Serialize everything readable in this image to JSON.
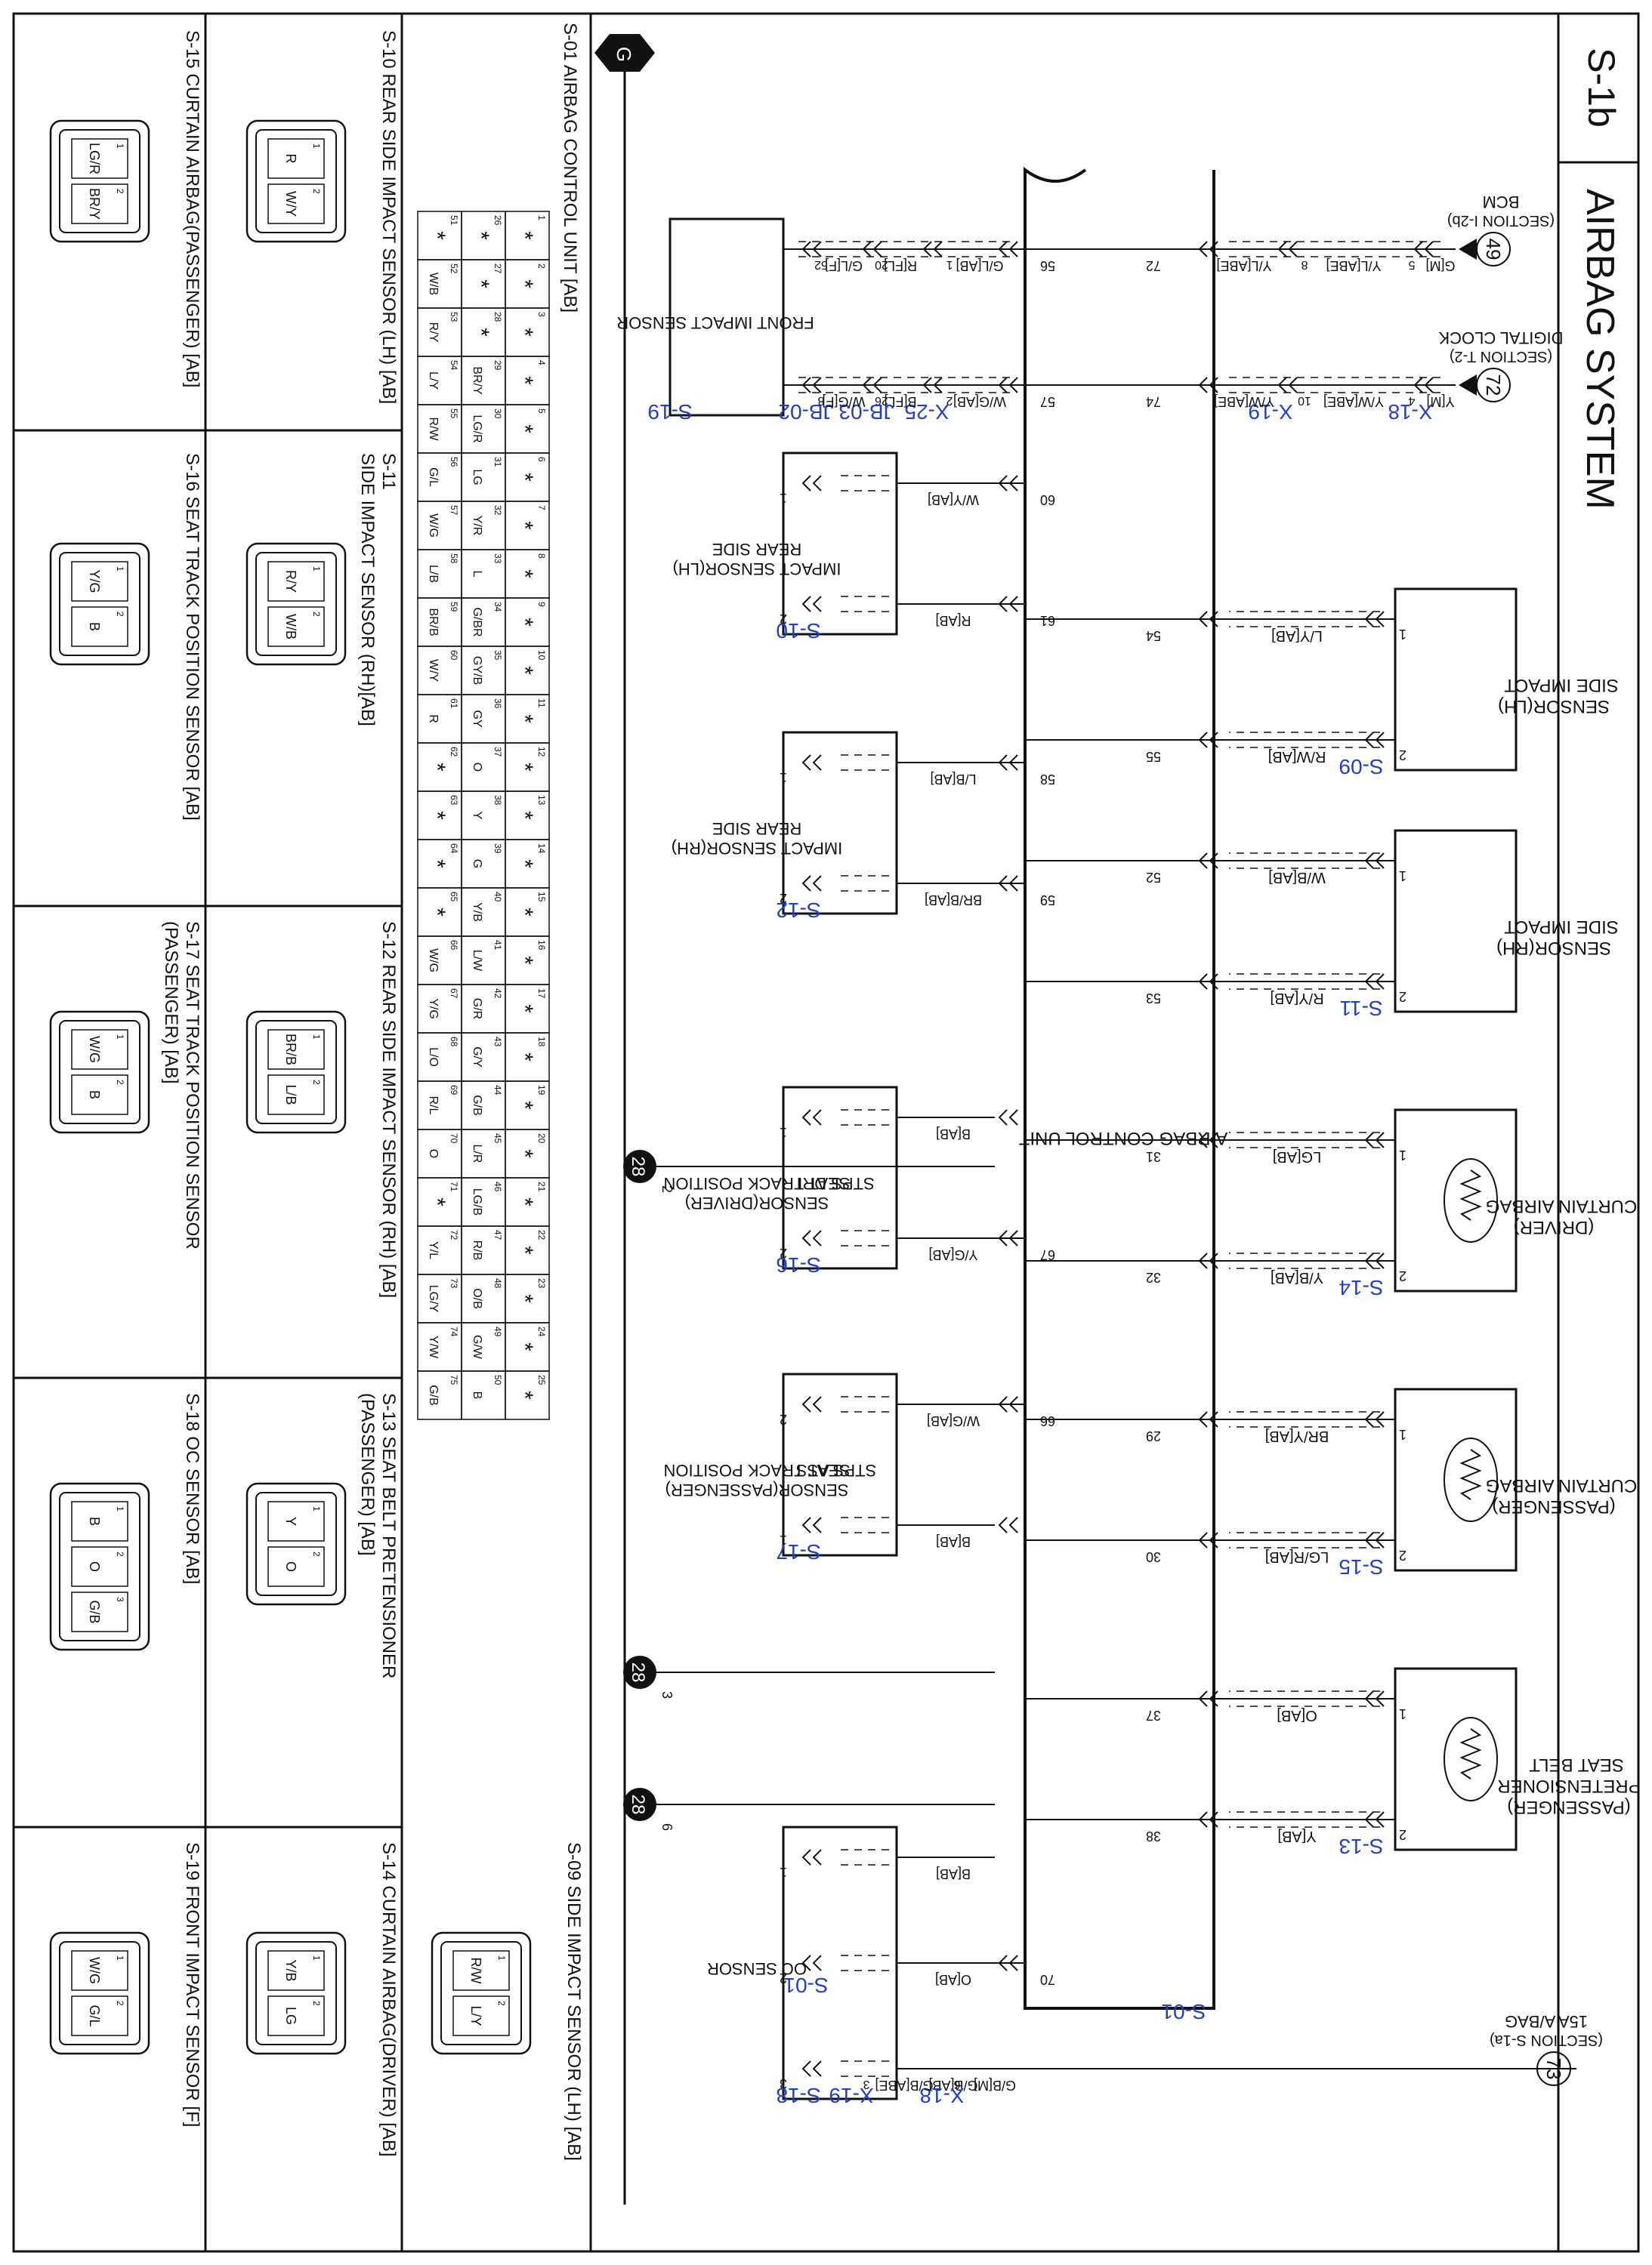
{
  "header": {
    "page_id": "S-1b",
    "title": "AIRBAG SYSTEM"
  },
  "ground": {
    "label": "G"
  },
  "top_sources": {
    "bcm": {
      "num": "49",
      "label": "BCM",
      "section": "(SECTION I-2b)"
    },
    "clock": {
      "num": "72",
      "label": "DIGITAL CLOCK",
      "section": "(SECTION T-2)"
    },
    "fuse": {
      "num": "73",
      "label": "15A A/BAG",
      "section": "(SECTION S-1a)"
    }
  },
  "control_unit": {
    "label": "AIRBAG CONTROL UNIT"
  },
  "top_components": [
    {
      "label1": "SIDE IMPACT",
      "label2": "SENSOR(LH)",
      "pin1": "54",
      "pin2": "55",
      "wire1": "L/Y[AB]",
      "wire2": "R/W[AB]",
      "conn": "S-09"
    },
    {
      "label1": "SIDE IMPACT",
      "label2": "SENSOR(RH)",
      "pin1": "52",
      "pin2": "53",
      "wire1": "W/B[AB]",
      "wire2": "R/Y[AB]",
      "conn": "S-11"
    },
    {
      "label1": "CURTAIN AIRBAG",
      "label2": "(DRIVER)",
      "pin1": "31",
      "pin2": "32",
      "wire1": "LG[AB]",
      "wire2": "Y/B[AB]",
      "conn": "S-14"
    },
    {
      "label1": "CURTAIN AIRBAG",
      "label2": "(PASSENGER)",
      "pin1": "29",
      "pin2": "30",
      "wire1": "BR/Y[AB]",
      "wire2": "LG/R[AB]",
      "conn": "S-15"
    },
    {
      "label1": "SEAT BELT",
      "label2": "PRETENSIONER",
      "label3": "(PASSENGER)",
      "pin1": "37",
      "pin2": "38",
      "wire1": "O[AB]",
      "wire2": "Y[AB]",
      "conn": "S-13"
    }
  ],
  "top_extra": {
    "conn": "S-01",
    "pin72": "72",
    "pin74": "74",
    "w72a": "Y/L[ABE]",
    "w74a": "Y/W[ABE]",
    "w72b": "Y/L[ABE]",
    "w74b": "Y/W[ABE]",
    "x19": "X-19",
    "x18": "X-18",
    "gm": "G[M]",
    "ym": "Y[M]",
    "p8": "8",
    "p10": "10",
    "p5": "5",
    "p4": "4"
  },
  "bottom_components": [
    {
      "label1": "FRONT IMPACT SENSOR",
      "conn": "S-19"
    },
    {
      "label1": "REAR SIDE",
      "label2": "IMPACT SENSOR(LH)",
      "pin1": "60",
      "pin2": "61",
      "wire1": "W/Y[AB]",
      "wire2": "R[AB]",
      "conn": "S-10"
    },
    {
      "label1": "REAR SIDE",
      "label2": "IMPACT SENSOR(RH)",
      "pin1": "58",
      "pin2": "59",
      "wire1": "L/B[AB]",
      "wire2": "BR/B[AB]",
      "conn": "S-12"
    },
    {
      "label1": "SEAT TRACK POSITION",
      "label2": "SENSOR(DRIVER)",
      "inner": "STPS DRI",
      "pin2": "67",
      "wire1": "B[AB]",
      "wire2": "Y/G[AB]",
      "conn": "S-16"
    },
    {
      "label1": "SEAT TRACK POSITION",
      "label2": "SENSOR(PASSENGER)",
      "inner": "STPS ASS",
      "pin1": "66",
      "wire1": "W/G[AB]",
      "wire2": "B[AB]",
      "conn": "S-17"
    },
    {
      "label1": "OC SENSOR",
      "pin2": "70",
      "wire1": "B[AB]",
      "wire2": "O[AB]",
      "wire3": "G/B[AB]",
      "conn": "S-18"
    }
  ],
  "front_impact": {
    "pin56": "56",
    "pin57": "57",
    "w56": "G/L[AB]",
    "w57": "W/G[AB]",
    "x25": "X-25",
    "jb03": "JB-03",
    "jb02": "JB-02",
    "bfl": "B[FL]",
    "rfl": "R[FL]",
    "glf": "G/L[F]",
    "wgf": "W/G[F]",
    "p1": "1",
    "p2": "2",
    "p20": "20",
    "p26": "26",
    "p52": "52",
    "p8": "8"
  },
  "oc_extra": {
    "s01": "S-01",
    "x18": "X-18",
    "x19": "X-19",
    "gbm": "G/B[M]",
    "gbabe": "G/B[ABE]",
    "p6": "6",
    "p3": "3"
  },
  "ground_nodes": [
    {
      "num": "28",
      "sub": "2"
    },
    {
      "num": "28",
      "sub": "3"
    },
    {
      "num": "28",
      "sub": "6"
    }
  ],
  "connector_table": {
    "title": "S-01 AIRBAG CONTROL UNIT [AB]",
    "row1": [
      "1",
      "2",
      "3",
      "4",
      "5",
      "6",
      "7",
      "8",
      "9",
      "10",
      "11",
      "12",
      "13",
      "14",
      "15",
      "16",
      "17",
      "18",
      "19",
      "20",
      "21",
      "22",
      "23",
      "24",
      "25"
    ],
    "row1v": [
      "*",
      "*",
      "*",
      "*",
      "*",
      "*",
      "*",
      "*",
      "*",
      "*",
      "*",
      "*",
      "*",
      "*",
      "*",
      "*",
      "*",
      "*",
      "*",
      "*",
      "*",
      "*",
      "*",
      "*",
      "*"
    ],
    "row2": [
      "26",
      "27",
      "28",
      "29",
      "30",
      "31",
      "32",
      "33",
      "34",
      "35",
      "36",
      "37",
      "38",
      "39",
      "40",
      "41",
      "42",
      "43",
      "44",
      "45",
      "46",
      "47",
      "48",
      "49",
      "50"
    ],
    "row2v": [
      "*",
      "*",
      "*",
      "BR/Y",
      "LG/R",
      "LG",
      "Y/R",
      "L",
      "G/BR",
      "GY/B",
      "GY",
      "O",
      "Y",
      "G",
      "Y/B",
      "L/W",
      "G/R",
      "G/Y",
      "G/B",
      "L/R",
      "LG/B",
      "R/B",
      "O/B",
      "G/W",
      "B"
    ],
    "row3": [
      "51",
      "52",
      "53",
      "54",
      "55",
      "56",
      "57",
      "58",
      "59",
      "60",
      "61",
      "62",
      "63",
      "64",
      "65",
      "66",
      "67",
      "68",
      "69",
      "70",
      "71",
      "72",
      "73",
      "74",
      "75"
    ],
    "row3v": [
      "*",
      "W/B",
      "R/Y",
      "L/Y",
      "R/W",
      "G/L",
      "W/G",
      "L/B",
      "BR/B",
      "W/Y",
      "R",
      "*",
      "*",
      "*",
      "*",
      "W/G",
      "Y/G",
      "L/O",
      "R/L",
      "O",
      "*",
      "Y/L",
      "LG/Y",
      "Y/W",
      "G/B"
    ]
  },
  "connector_views": [
    {
      "title": "S-09 SIDE IMPACT SENSOR (LH) [AB]",
      "pins": [
        "R/W",
        "L/Y"
      ]
    },
    {
      "title": "S-10 REAR SIDE IMPACT SENSOR (LH) [AB]",
      "pins": [
        "R",
        "W/Y"
      ]
    },
    {
      "title": "S-11",
      "title2": "SIDE IMPACT SENSOR (RH)[AB]",
      "pins": [
        "R/Y",
        "W/B"
      ]
    },
    {
      "title": "S-12 REAR SIDE IMPACT SENSOR (RH) [AB]",
      "pins": [
        "BR/B",
        "L/B"
      ]
    },
    {
      "title": "S-13 SEAT BELT PRETENSIONER",
      "title2": "(PASSENGER) [AB]",
      "pins": [
        "Y",
        "O"
      ]
    },
    {
      "title": "S-14 CURTAIN AIRBAG(DRIVER) [AB]",
      "pins": [
        "Y/B",
        "LG"
      ]
    },
    {
      "title": "S-15 CURTAIN AIRBAG(PASSENGER) [AB]",
      "pins": [
        "LG/R",
        "BR/Y"
      ]
    },
    {
      "title": "S-16 SEAT TRACK POSITION SENSOR [AB]",
      "pins": [
        "Y/G",
        "B"
      ]
    },
    {
      "title": "S-17 SEAT TRACK POSITION SENSOR",
      "title2": "(PASSENGER) [AB]",
      "pins": [
        "W/G",
        "B"
      ]
    },
    {
      "title": "S-18 OC SENSOR [AB]",
      "pins": [
        "B",
        "O",
        "G/B"
      ]
    },
    {
      "title": "S-19 FRONT IMPACT SENSOR [F]",
      "pins": [
        "W/G",
        "G/L"
      ]
    }
  ]
}
